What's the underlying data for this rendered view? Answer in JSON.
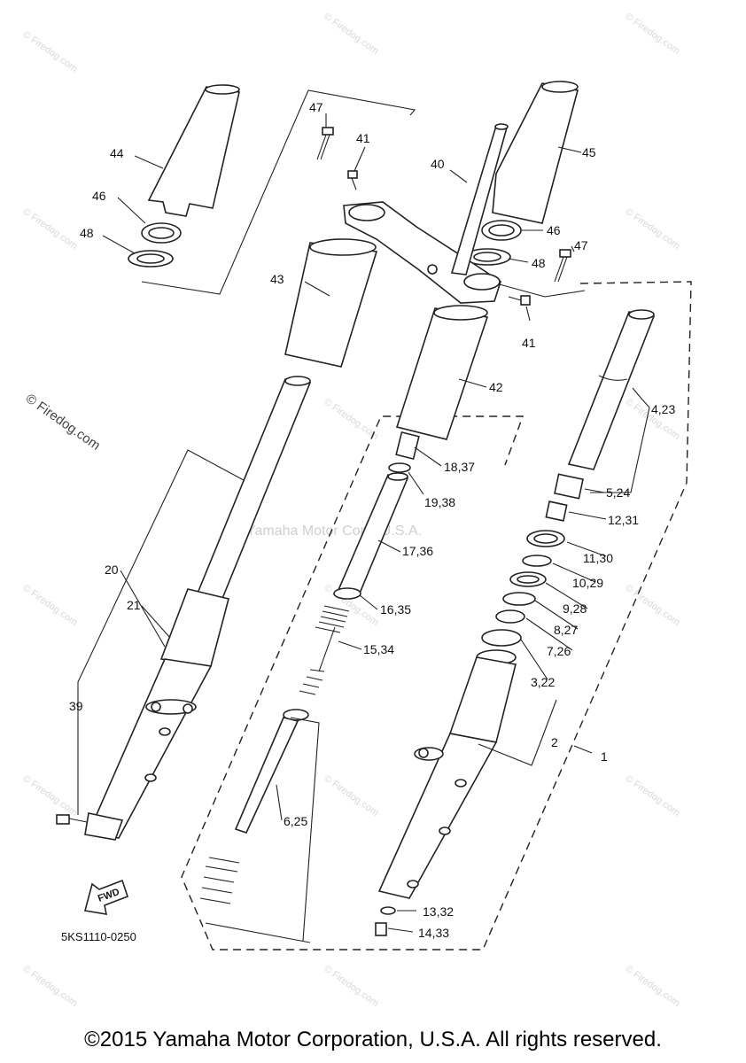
{
  "diagram": {
    "watermark": "© Firedog.com",
    "center_watermark": "Yamaha Motor Corp, U.S.A.",
    "fwd_label": "FWD",
    "diagram_code": "5KS1110-0250",
    "labels": {
      "l1": "1",
      "l2": "2",
      "l3_22": "3,22",
      "l4_23": "4,23",
      "l5_24": "5,24",
      "l6_25": "6,25",
      "l7_26": "7,26",
      "l8_27": "8,27",
      "l9_28": "9,28",
      "l10_29": "10,29",
      "l11_30": "11,30",
      "l12_31": "12,31",
      "l13_32": "13,32",
      "l14_33": "14,33",
      "l15_34": "15,34",
      "l16_35": "16,35",
      "l17_36": "17,36",
      "l18_37": "18,37",
      "l19_38": "19,38",
      "l20": "20",
      "l21": "21",
      "l39": "39",
      "l40": "40",
      "l41a": "41",
      "l41b": "41",
      "l42": "42",
      "l43": "43",
      "l44": "44",
      "l45": "45",
      "l46a": "46",
      "l46b": "46",
      "l47a": "47",
      "l47b": "47",
      "l48a": "48",
      "l48b": "48"
    }
  },
  "footer": {
    "copyright": "©2015 Yamaha Motor Corporation, U.S.A. All rights reserved."
  }
}
